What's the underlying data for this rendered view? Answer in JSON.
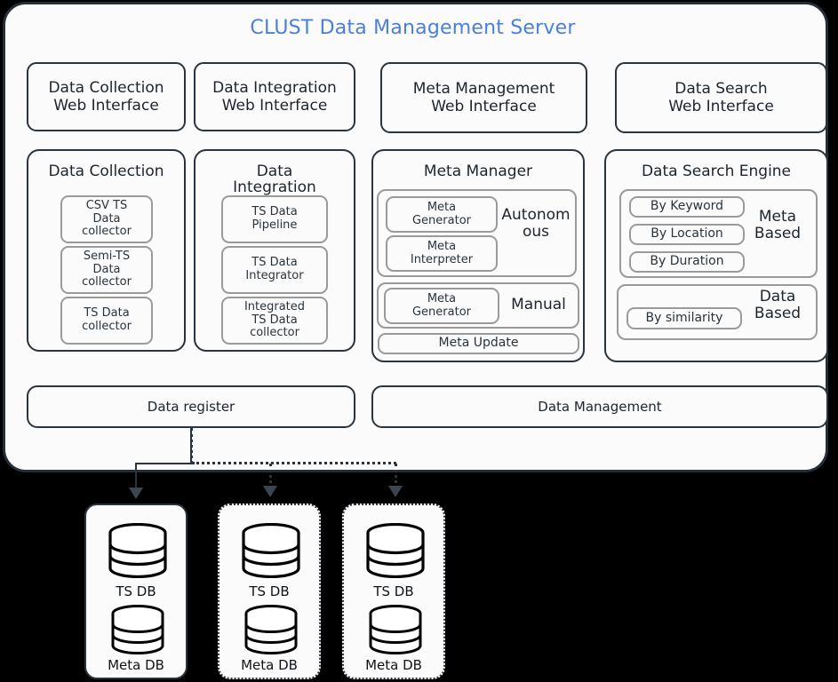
{
  "server": {
    "title": "CLUST Data Management Server",
    "title_color": "#4a80d6",
    "border_color": "#2b333c",
    "background": "#fbfbfb"
  },
  "web_interfaces": [
    {
      "line1": "Data Collection",
      "line2": "Web Interface"
    },
    {
      "line1": "Data Integration",
      "line2": "Web Interface"
    },
    {
      "line1": "Meta Management",
      "line2": "Web Interface"
    },
    {
      "line1": "Data Search",
      "line2": "Web Interface"
    }
  ],
  "modules": {
    "data_collection": {
      "title": "Data Collection",
      "items": [
        {
          "label": "CSV TS\nData\ncollector"
        },
        {
          "label": "Semi-TS\nData\ncollector"
        },
        {
          "label": "TS Data\ncollector"
        }
      ]
    },
    "data_integration": {
      "title": "Data\nIntegration",
      "items": [
        {
          "label": "TS Data\nPipeline"
        },
        {
          "label": "TS Data\nIntegrator"
        },
        {
          "label": "Integrated\nTS Data\ncollector"
        }
      ]
    },
    "meta_manager": {
      "title": "Meta Manager",
      "autonomous": {
        "label": "Autonom\nous",
        "items": [
          {
            "label": "Meta\nGenerator"
          },
          {
            "label": "Meta\nInterpreter"
          }
        ]
      },
      "manual": {
        "label": "Manual",
        "items": [
          {
            "label": "Meta\nGenerator"
          }
        ]
      },
      "meta_update": {
        "label": "Meta Update"
      }
    },
    "data_search_engine": {
      "title": "Data Search Engine",
      "meta_based": {
        "label": "Meta\nBased",
        "items": [
          {
            "label": "By Keyword"
          },
          {
            "label": "By Location"
          },
          {
            "label": "By Duration"
          }
        ]
      },
      "data_based": {
        "label": "Data\nBased",
        "items": [
          {
            "label": "By similarity"
          }
        ]
      }
    }
  },
  "bottom_bars": [
    {
      "label": "Data register"
    },
    {
      "label": "Data Management"
    }
  ],
  "databases": [
    {
      "border": "solid",
      "ts_label": "TS DB",
      "meta_label": "Meta DB"
    },
    {
      "border": "dotted",
      "ts_label": "TS DB",
      "meta_label": "Meta DB"
    },
    {
      "border": "dotted",
      "ts_label": "TS DB",
      "meta_label": "Meta DB"
    }
  ]
}
